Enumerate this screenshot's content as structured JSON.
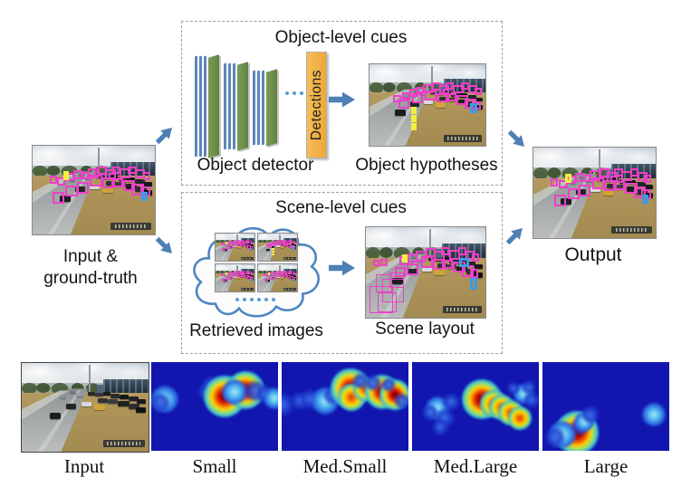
{
  "diagram": {
    "input_label_line1": "Input &",
    "input_label_line2": "ground-truth",
    "output_label": "Output",
    "object_cues": {
      "title": "Object-level cues",
      "detector_label": "Object detector",
      "detections_label": "Detections",
      "hypotheses_label": "Object hypotheses"
    },
    "scene_cues": {
      "title": "Scene-level cues",
      "retrieved_label": "Retrieved images",
      "layout_label": "Scene layout"
    }
  },
  "colors": {
    "arrow_blue": "#4e7fb5",
    "box_magenta": "#ee3fc8",
    "box_yellow": "#f2ef3d",
    "box_blue": "#3f9ae4",
    "detections_fill": "#efac42",
    "cloud_stroke": "#4e86c2",
    "dashed_border": "#9e9e9e",
    "heatmap_background": "#1216ae"
  },
  "scenes": {
    "ground_truth": {
      "boxes": [
        [
          14,
          34,
          6,
          9
        ],
        [
          20,
          36,
          7,
          9
        ],
        [
          27,
          31,
          7,
          9
        ],
        [
          33,
          28,
          8,
          10
        ],
        [
          40,
          30,
          6,
          8
        ],
        [
          45,
          25,
          9,
          12
        ],
        [
          53,
          23,
          8,
          10
        ],
        [
          59,
          27,
          9,
          11
        ],
        [
          65,
          23,
          7,
          9
        ],
        [
          71,
          26,
          9,
          11
        ],
        [
          78,
          23,
          7,
          9
        ],
        [
          84,
          27,
          8,
          10
        ],
        [
          90,
          30,
          6,
          9
        ],
        [
          47,
          33,
          10,
          13
        ],
        [
          57,
          36,
          9,
          12
        ],
        [
          66,
          37,
          8,
          10
        ],
        [
          74,
          39,
          10,
          12
        ],
        [
          81,
          43,
          10,
          13
        ],
        [
          88,
          46,
          8,
          11
        ],
        [
          36,
          41,
          10,
          13
        ],
        [
          27,
          45,
          10,
          12
        ],
        [
          16,
          52,
          10,
          13
        ],
        [
          62,
          31,
          6,
          7
        ],
        [
          50,
          29,
          5,
          6
        ],
        [
          25,
          29,
          4,
          10,
          "y"
        ],
        [
          89,
          52,
          5,
          10,
          "b"
        ]
      ]
    },
    "hypotheses": {
      "boxes": [
        [
          20,
          38,
          7,
          9
        ],
        [
          28,
          34,
          7,
          9
        ],
        [
          34,
          30,
          8,
          10
        ],
        [
          41,
          28,
          6,
          8
        ],
        [
          46,
          24,
          9,
          12
        ],
        [
          54,
          22,
          8,
          10
        ],
        [
          60,
          26,
          9,
          11
        ],
        [
          66,
          22,
          7,
          9
        ],
        [
          72,
          25,
          9,
          11
        ],
        [
          79,
          22,
          7,
          9
        ],
        [
          85,
          26,
          8,
          10
        ],
        [
          91,
          29,
          6,
          9
        ],
        [
          48,
          32,
          10,
          13
        ],
        [
          58,
          35,
          9,
          12
        ],
        [
          67,
          36,
          8,
          10
        ],
        [
          75,
          38,
          10,
          12
        ],
        [
          82,
          42,
          10,
          13
        ],
        [
          88,
          45,
          8,
          11
        ],
        [
          37,
          36,
          9,
          12
        ],
        [
          25,
          43,
          9,
          12
        ],
        [
          63,
          30,
          6,
          7
        ],
        [
          36,
          52,
          5,
          9,
          "y"
        ],
        [
          36,
          62,
          5,
          9,
          "y"
        ],
        [
          36,
          72,
          5,
          9,
          "y"
        ],
        [
          87,
          48,
          6,
          12,
          "b"
        ]
      ]
    },
    "layout": {
      "boxes": [
        [
          6,
          36,
          5,
          7
        ],
        [
          12,
          35,
          6,
          8
        ],
        [
          28,
          32,
          8,
          10
        ],
        [
          35,
          29,
          8,
          10
        ],
        [
          42,
          26,
          9,
          12
        ],
        [
          50,
          23,
          8,
          10
        ],
        [
          57,
          26,
          9,
          11
        ],
        [
          63,
          22,
          7,
          9
        ],
        [
          70,
          25,
          9,
          11
        ],
        [
          77,
          22,
          7,
          9
        ],
        [
          83,
          26,
          8,
          10
        ],
        [
          89,
          29,
          6,
          9
        ],
        [
          46,
          32,
          10,
          13
        ],
        [
          56,
          35,
          9,
          12
        ],
        [
          65,
          36,
          8,
          10
        ],
        [
          73,
          38,
          10,
          12
        ],
        [
          80,
          42,
          10,
          13
        ],
        [
          87,
          46,
          7,
          10
        ],
        [
          34,
          40,
          10,
          13
        ],
        [
          24,
          44,
          9,
          11
        ],
        [
          8,
          52,
          14,
          20,
          "t"
        ],
        [
          14,
          57,
          18,
          26,
          "t"
        ],
        [
          3,
          65,
          20,
          30,
          "t"
        ],
        [
          20,
          50,
          12,
          17,
          "t"
        ],
        [
          10,
          72,
          16,
          22,
          "t"
        ],
        [
          30,
          30,
          4,
          9,
          "y"
        ],
        [
          78,
          34,
          8,
          10,
          "b"
        ],
        [
          87,
          56,
          6,
          13,
          "b"
        ]
      ]
    },
    "output": {
      "boxes": [
        [
          14,
          34,
          6,
          9
        ],
        [
          21,
          36,
          7,
          9
        ],
        [
          28,
          31,
          7,
          9
        ],
        [
          34,
          28,
          8,
          10
        ],
        [
          41,
          30,
          6,
          8
        ],
        [
          46,
          25,
          9,
          12
        ],
        [
          54,
          23,
          8,
          10
        ],
        [
          60,
          27,
          9,
          11
        ],
        [
          66,
          23,
          7,
          9
        ],
        [
          72,
          26,
          9,
          11
        ],
        [
          79,
          23,
          7,
          9
        ],
        [
          85,
          27,
          8,
          10
        ],
        [
          90,
          30,
          6,
          9
        ],
        [
          48,
          33,
          10,
          13
        ],
        [
          58,
          36,
          9,
          12
        ],
        [
          67,
          37,
          8,
          10
        ],
        [
          75,
          39,
          10,
          12
        ],
        [
          82,
          43,
          10,
          13
        ],
        [
          88,
          46,
          8,
          11
        ],
        [
          37,
          41,
          10,
          13
        ],
        [
          28,
          45,
          10,
          12
        ],
        [
          17,
          52,
          10,
          13
        ],
        [
          63,
          31,
          6,
          7
        ],
        [
          26,
          29,
          5,
          10,
          "y"
        ],
        [
          89,
          52,
          5,
          10,
          "b"
        ]
      ]
    },
    "plain": {
      "boxes": []
    }
  },
  "bottom_row": {
    "panels": [
      {
        "label": "Input",
        "type": "photo"
      },
      {
        "label": "Small",
        "type": "heatmap",
        "blobs": [
          [
            11,
            42,
            30,
            1
          ],
          [
            7,
            46,
            22,
            0
          ],
          [
            44,
            34,
            20,
            0
          ],
          [
            48,
            28,
            24,
            0
          ],
          [
            55,
            24,
            20,
            0
          ],
          [
            62,
            26,
            22,
            0
          ],
          [
            70,
            24,
            18,
            0
          ],
          [
            58,
            39,
            46,
            3
          ],
          [
            74,
            32,
            42,
            3
          ],
          [
            66,
            34,
            28,
            1
          ],
          [
            82,
            33,
            24,
            0
          ],
          [
            90,
            36,
            20,
            0
          ],
          [
            97,
            41,
            24,
            1
          ]
        ]
      },
      {
        "label": "Med.Small",
        "type": "heatmap",
        "blobs": [
          [
            1,
            48,
            26,
            0
          ],
          [
            14,
            44,
            20,
            0
          ],
          [
            22,
            42,
            22,
            0
          ],
          [
            34,
            44,
            30,
            1
          ],
          [
            40,
            38,
            20,
            0
          ],
          [
            54,
            30,
            44,
            3
          ],
          [
            55,
            40,
            30,
            2
          ],
          [
            66,
            31,
            26,
            2
          ],
          [
            79,
            34,
            38,
            3
          ],
          [
            89,
            37,
            34,
            3
          ],
          [
            62,
            21,
            18,
            0
          ],
          [
            72,
            23,
            18,
            0
          ],
          [
            95,
            44,
            18,
            0
          ],
          [
            84,
            25,
            16,
            0
          ]
        ]
      },
      {
        "label": "Med.Large",
        "type": "heatmap",
        "blobs": [
          [
            20,
            52,
            26,
            1
          ],
          [
            26,
            63,
            22,
            0
          ],
          [
            31,
            45,
            20,
            0
          ],
          [
            22,
            73,
            18,
            0
          ],
          [
            14,
            57,
            18,
            0
          ],
          [
            55,
            42,
            44,
            3
          ],
          [
            64,
            47,
            30,
            2
          ],
          [
            71,
            51,
            28,
            2
          ],
          [
            78,
            57,
            28,
            2
          ],
          [
            85,
            63,
            26,
            2
          ],
          [
            88,
            36,
            22,
            1
          ],
          [
            94,
            43,
            18,
            0
          ],
          [
            80,
            30,
            14,
            0
          ],
          [
            92,
            29,
            16,
            0
          ]
        ]
      },
      {
        "label": "Large",
        "type": "heatmap",
        "blobs": [
          [
            27,
            80,
            48,
            3
          ],
          [
            16,
            82,
            30,
            1
          ],
          [
            10,
            85,
            22,
            0
          ],
          [
            30,
            72,
            20,
            0
          ],
          [
            33,
            67,
            22,
            1
          ],
          [
            38,
            59,
            20,
            0
          ],
          [
            88,
            59,
            26,
            1
          ]
        ]
      }
    ]
  }
}
